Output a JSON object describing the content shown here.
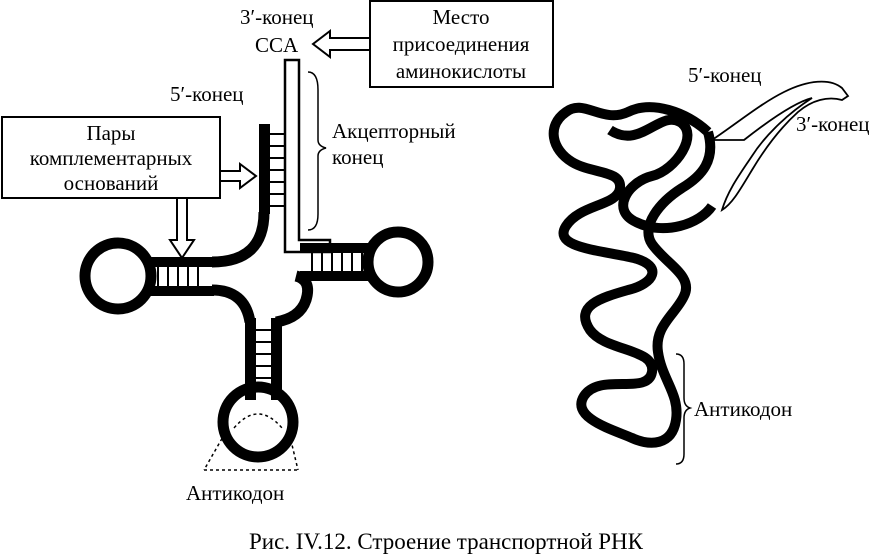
{
  "labels": {
    "three_prime_end_left": "3′-конец",
    "cca": "CCA",
    "attachment_site": [
      "Место",
      "присоединения",
      "аминокислоты"
    ],
    "five_prime_end_left": "5′-конец",
    "complementary_pairs": [
      "Пары",
      "комплементарных",
      "оснований"
    ],
    "acceptor_end": [
      "Акцепторный",
      "конец"
    ],
    "anticodon_left": "Антикодон",
    "five_prime_end_right": "5′-конец",
    "three_prime_end_right": "3′-конец",
    "anticodon_right": "Антикодон"
  },
  "caption": "Рис. IV.12. Строение транспортной РНК"
}
